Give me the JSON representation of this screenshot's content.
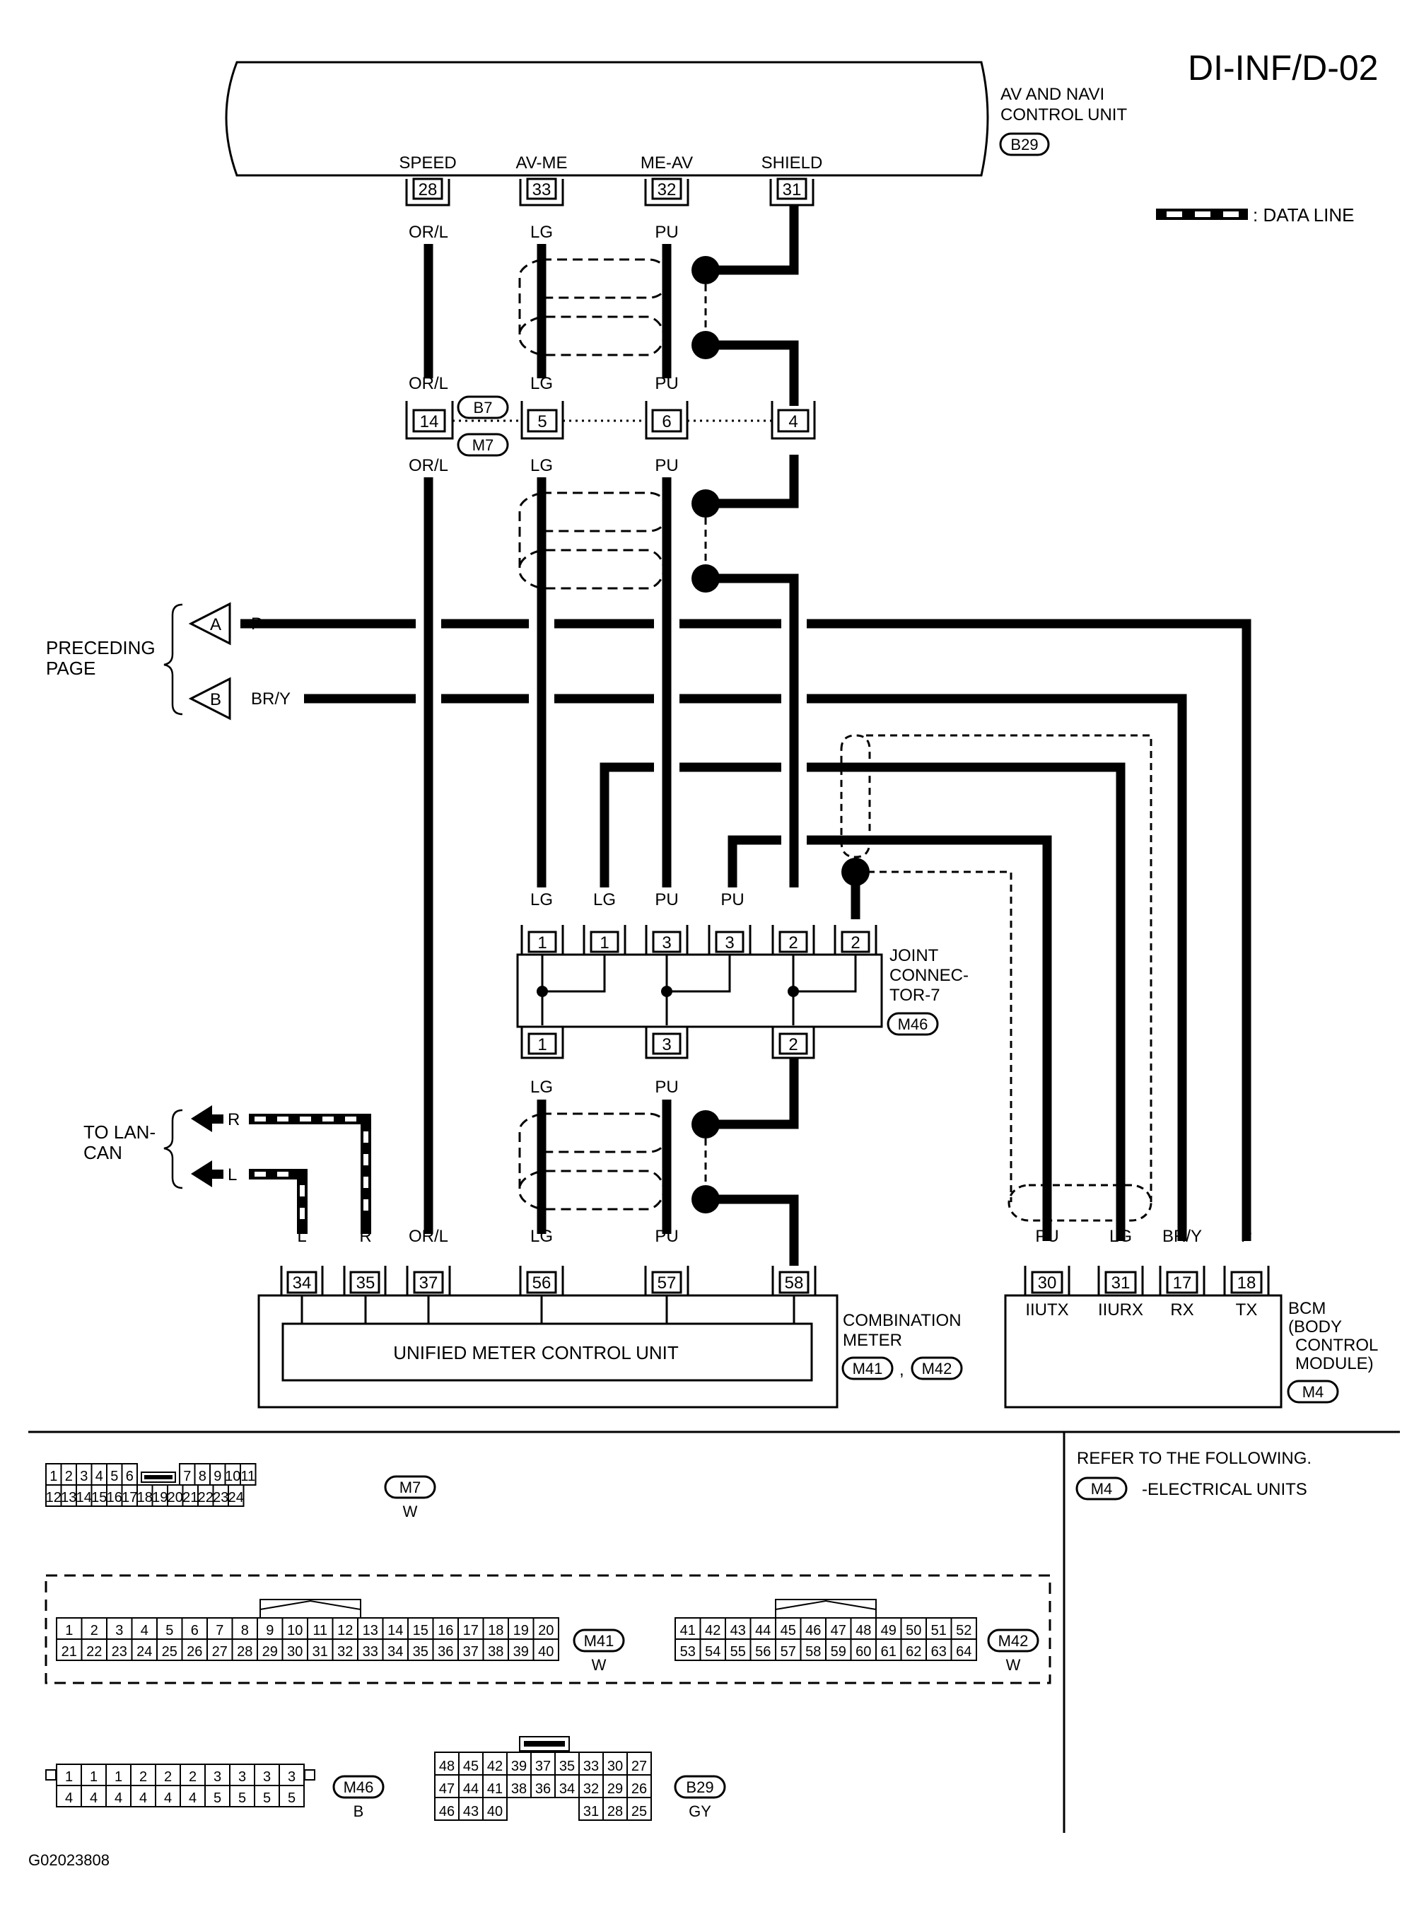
{
  "page_code": "DI-INF/D-02",
  "figure_code": "G02023808",
  "legend": {
    "data_line": ": DATA LINE"
  },
  "av_unit": {
    "label1": "AV AND NAVI",
    "label2": "CONTROL UNIT",
    "connector": "B29",
    "terminals": [
      {
        "name": "SPEED",
        "pin": "28",
        "color": "OR/L"
      },
      {
        "name": "AV-ME",
        "pin": "33",
        "color": "LG"
      },
      {
        "name": "ME-AV",
        "pin": "32",
        "color": "PU"
      },
      {
        "name": "SHIELD",
        "pin": "31",
        "color": ""
      }
    ]
  },
  "harness": {
    "conn_top": "B7",
    "conn_bottom": "M7",
    "pins": [
      "14",
      "5",
      "6",
      "4"
    ],
    "colors_above": [
      "OR/L",
      "LG",
      "PU"
    ],
    "colors_below": [
      "OR/L",
      "LG",
      "PU"
    ]
  },
  "preceding": {
    "label1": "PRECEDING",
    "label2": "PAGE",
    "a_letter": "A",
    "a_color": "P",
    "b_letter": "B",
    "b_color": "BR/Y"
  },
  "joint": {
    "label1": "JOINT",
    "label2": "CONNEC-",
    "label3": "TOR-7",
    "connector": "M46",
    "top_colors": [
      "LG",
      "LG",
      "PU",
      "PU"
    ],
    "top_pins": [
      "1",
      "1",
      "3",
      "3",
      "2",
      "2"
    ],
    "bottom_pins": [
      "1",
      "3",
      "2"
    ],
    "bottom_colors": [
      "LG",
      "PU"
    ]
  },
  "lan": {
    "label1": "TO LAN-",
    "label2": "CAN",
    "r_letter": "R",
    "l_letter": "L"
  },
  "combo": {
    "colors": [
      "L",
      "R",
      "OR/L",
      "LG",
      "PU"
    ],
    "pins": [
      "34",
      "35",
      "37",
      "56",
      "57",
      "58"
    ],
    "inner_label": "UNIFIED METER CONTROL UNIT",
    "label1": "COMBINATION",
    "label2": "METER",
    "conn1": "M41",
    "sep": ",",
    "conn2": "M42"
  },
  "bcm": {
    "colors": [
      "PU",
      "LG",
      "BR/Y",
      "P"
    ],
    "pins": [
      "30",
      "31",
      "17",
      "18"
    ],
    "terms": [
      "IIUTX",
      "IIURX",
      "RX",
      "TX"
    ],
    "label1": "BCM",
    "label2": "(BODY",
    "label3": "CONTROL",
    "label4": "MODULE)",
    "connector": "M4"
  },
  "refer": {
    "heading": "REFER TO THE FOLLOWING.",
    "connector": "M4",
    "text": "-ELECTRICAL UNITS"
  },
  "connectors": {
    "m7": {
      "name": "M7",
      "color": "W",
      "top_left": [
        "1",
        "2",
        "3",
        "4",
        "5",
        "6"
      ],
      "top_right": [
        "7",
        "8",
        "9",
        "10",
        "11"
      ],
      "bottom": [
        "12",
        "13",
        "14",
        "15",
        "16",
        "17",
        "18",
        "19",
        "20",
        "21",
        "22",
        "23",
        "24"
      ]
    },
    "m41": {
      "name": "M41",
      "color": "W",
      "top": [
        "1",
        "2",
        "3",
        "4",
        "5",
        "6",
        "7",
        "8",
        "9",
        "10",
        "11",
        "12",
        "13",
        "14",
        "15",
        "16",
        "17",
        "18",
        "19",
        "20"
      ],
      "bottom": [
        "21",
        "22",
        "23",
        "24",
        "25",
        "26",
        "27",
        "28",
        "29",
        "30",
        "31",
        "32",
        "33",
        "34",
        "35",
        "36",
        "37",
        "38",
        "39",
        "40"
      ]
    },
    "m42": {
      "name": "M42",
      "color": "W",
      "top": [
        "41",
        "42",
        "43",
        "44",
        "45",
        "46",
        "47",
        "48",
        "49",
        "50",
        "51",
        "52"
      ],
      "bottom": [
        "53",
        "54",
        "55",
        "56",
        "57",
        "58",
        "59",
        "60",
        "61",
        "62",
        "63",
        "64"
      ]
    },
    "m46": {
      "name": "M46",
      "color": "B",
      "top": [
        "1",
        "1",
        "1",
        "2",
        "2",
        "2",
        "3",
        "3",
        "3",
        "3"
      ],
      "bottom": [
        "4",
        "4",
        "4",
        "4",
        "4",
        "4",
        "5",
        "5",
        "5",
        "5"
      ]
    },
    "b29": {
      "name": "B29",
      "color": "GY",
      "row1": [
        "48",
        "45",
        "42",
        "39",
        "37",
        "35",
        "33",
        "30",
        "27"
      ],
      "row2": [
        "47",
        "44",
        "41",
        "38",
        "36",
        "34",
        "32",
        "29",
        "26"
      ],
      "row3_left": [
        "46",
        "43",
        "40"
      ],
      "row3_right": [
        "31",
        "28",
        "25"
      ]
    }
  }
}
